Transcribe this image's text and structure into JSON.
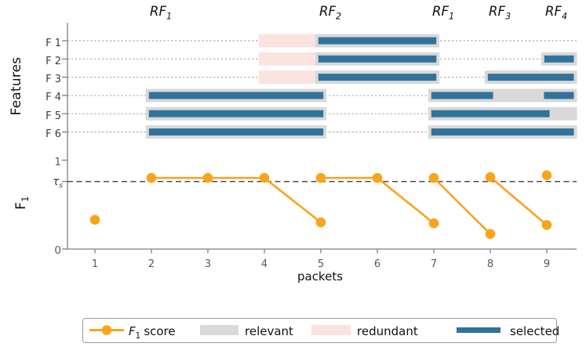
{
  "labels": {
    "features_ylabel": "Features",
    "score_ylabel_main": "F",
    "score_ylabel_sub": "1",
    "xlabel": "packets",
    "threshold_main": "τ",
    "threshold_sub": "s"
  },
  "colors": {
    "f1_line": "#FAA41B",
    "selected": "#31739B",
    "redundant": "#FBE3E0",
    "relevant": "#D9D9D9",
    "grid": "#A8A8A8",
    "threshold": "#4D4D4D",
    "spine": "#7F7F7F",
    "tick_text": "#595959",
    "label_text": "#111111"
  },
  "chart_data": {
    "type": "combo",
    "xlabel": "packets",
    "x_ticks": [
      "1",
      "2",
      "3",
      "4",
      "5",
      "6",
      "7",
      "8",
      "9"
    ],
    "xlim": [
      0.5,
      9.55
    ],
    "features_panel": {
      "ylabel": "Features",
      "rows": [
        "F 1",
        "F 2",
        "F 3",
        "F 4",
        "F 5",
        "F 6"
      ],
      "rf_annotations": [
        {
          "text": "RF",
          "sub": "1",
          "packet": 2
        },
        {
          "text": "RF",
          "sub": "2",
          "packet": 5
        },
        {
          "text": "RF",
          "sub": "1",
          "packet": 7
        },
        {
          "text": "RF",
          "sub": "3",
          "packet": 8
        },
        {
          "text": "RF",
          "sub": "4",
          "packet": 9
        }
      ],
      "bar_types": [
        "relevant",
        "redundant",
        "selected"
      ],
      "bars": [
        {
          "feature": "F 1",
          "bars": [
            {
              "from": 3.9,
              "to": 4.9,
              "bg": "redundant",
              "selected": []
            },
            {
              "from": 4.9,
              "to": 7.1,
              "bg": "relevant",
              "selected": [
                [
                  4.9,
                  7.1
                ]
              ]
            }
          ]
        },
        {
          "feature": "F 2",
          "bars": [
            {
              "from": 3.9,
              "to": 4.9,
              "bg": "redundant",
              "selected": []
            },
            {
              "from": 4.9,
              "to": 7.1,
              "bg": "relevant",
              "selected": [
                [
                  4.9,
                  7.1
                ]
              ]
            },
            {
              "from": 8.9,
              "to": 9.55,
              "bg": "relevant",
              "selected": [
                [
                  8.9,
                  9.55
                ]
              ]
            }
          ]
        },
        {
          "feature": "F 3",
          "bars": [
            {
              "from": 3.9,
              "to": 4.9,
              "bg": "redundant",
              "selected": []
            },
            {
              "from": 4.9,
              "to": 7.1,
              "bg": "relevant",
              "selected": [
                [
                  4.9,
                  7.1
                ]
              ]
            },
            {
              "from": 7.9,
              "to": 9.55,
              "bg": "relevant",
              "selected": [
                [
                  7.9,
                  9.55
                ]
              ]
            }
          ]
        },
        {
          "feature": "F 4",
          "bars": [
            {
              "from": 1.9,
              "to": 5.1,
              "bg": "relevant",
              "selected": [
                [
                  1.9,
                  5.1
                ]
              ]
            },
            {
              "from": 6.9,
              "to": 9.55,
              "bg": "relevant",
              "selected": [
                [
                  6.9,
                  8.05
                ],
                [
                  8.95,
                  9.55
                ]
              ]
            }
          ]
        },
        {
          "feature": "F 5",
          "bars": [
            {
              "from": 1.9,
              "to": 5.1,
              "bg": "relevant",
              "selected": [
                [
                  1.9,
                  5.1
                ]
              ]
            },
            {
              "from": 6.9,
              "to": 9.55,
              "bg": "relevant",
              "selected": [
                [
                  6.9,
                  9.05
                ]
              ]
            }
          ]
        },
        {
          "feature": "F 6",
          "bars": [
            {
              "from": 1.9,
              "to": 5.1,
              "bg": "relevant",
              "selected": [
                [
                  1.9,
                  5.1
                ]
              ]
            },
            {
              "from": 6.9,
              "to": 9.55,
              "bg": "relevant",
              "selected": [
                [
                  6.9,
                  9.55
                ]
              ]
            }
          ]
        }
      ]
    },
    "score_panel": {
      "ylabel": "F1",
      "ylim": [
        0,
        1.09
      ],
      "y_ticks": [
        {
          "label": "0",
          "value": 0
        },
        {
          "label": "1",
          "value": 1
        }
      ],
      "threshold": {
        "label": "τs",
        "value": 0.76
      },
      "line_segments": [
        [
          [
            2,
            0.8
          ],
          [
            3,
            0.8
          ],
          [
            4,
            0.8
          ],
          [
            5,
            0.3
          ]
        ],
        [
          [
            5,
            0.8
          ],
          [
            6,
            0.8
          ],
          [
            7,
            0.29
          ]
        ],
        [
          [
            7,
            0.8
          ],
          [
            8,
            0.17
          ]
        ],
        [
          [
            8,
            0.81
          ],
          [
            9,
            0.27
          ]
        ]
      ],
      "lone_points": [
        [
          1,
          0.33
        ],
        [
          9,
          0.83
        ]
      ]
    }
  },
  "legend": {
    "items": [
      {
        "id": "f1-score",
        "label_main": "F",
        "label_sub": "1",
        "label_rest": "score"
      },
      {
        "id": "relevant",
        "label": "relevant"
      },
      {
        "id": "redundant",
        "label": "redundant"
      },
      {
        "id": "selected",
        "label": "selected"
      }
    ]
  }
}
